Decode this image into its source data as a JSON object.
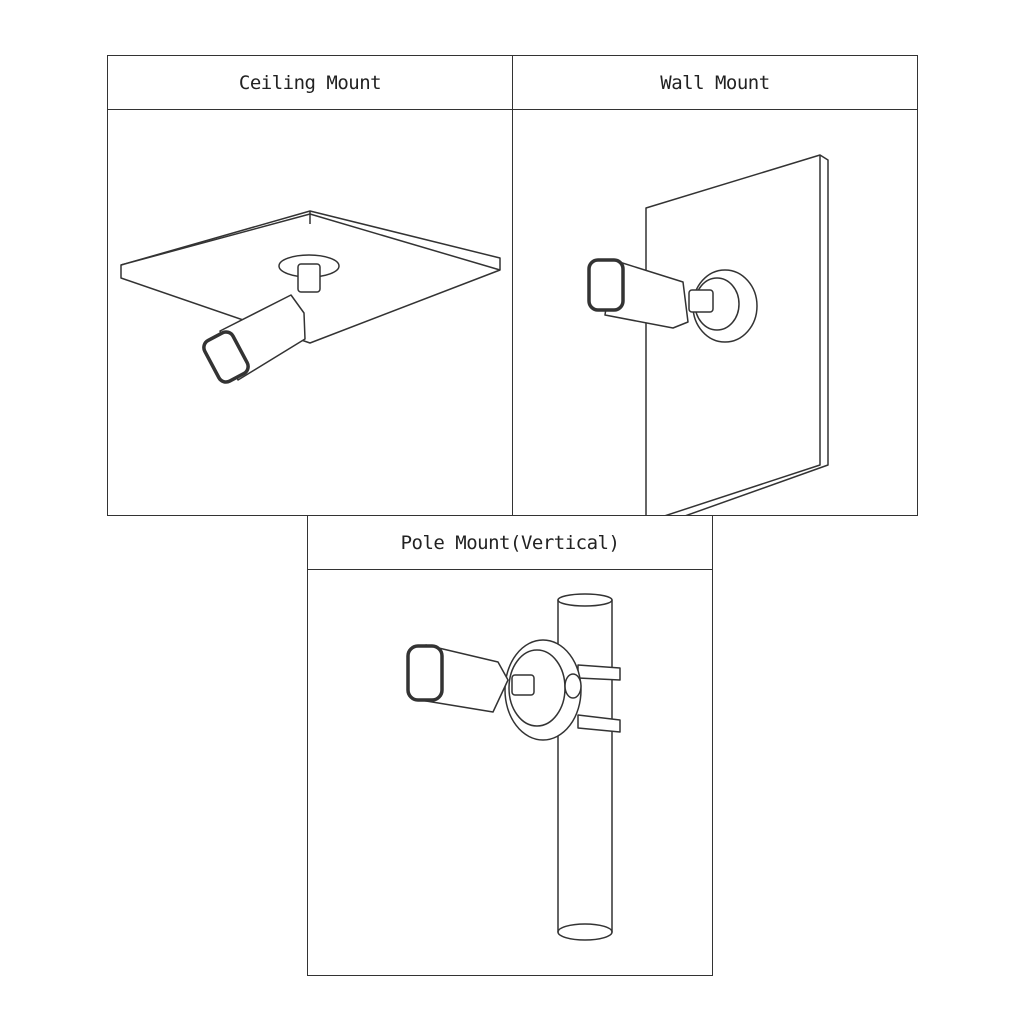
{
  "panels": [
    {
      "title": "Ceiling Mount"
    },
    {
      "title": "Wall Mount"
    },
    {
      "title": "Pole Mount(Vertical)"
    }
  ]
}
